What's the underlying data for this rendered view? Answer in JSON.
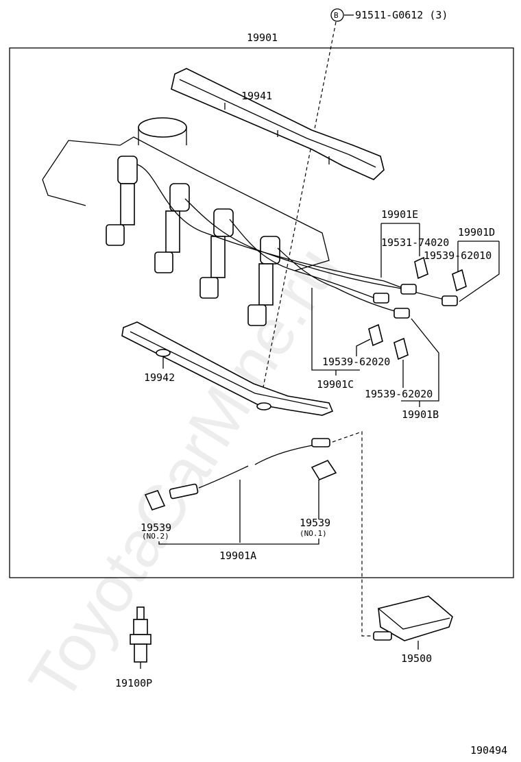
{
  "labels": {
    "bolt": "91511-G0612 (3)",
    "bolt_marker": "B",
    "kit": "19901",
    "cover_top": "19941",
    "clamp": "19942",
    "set_e": "19901E",
    "set_d": "19901D",
    "grommet_e": "19531-74020",
    "grommet_d": "19539-62010",
    "grommet_c": "19539-62020",
    "set_c": "19901C",
    "grommet_b": "19539-62020",
    "set_b": "19901B",
    "cap_no2": "19539",
    "cap_no2_sub": "(NO.2)",
    "cap_no1": "19539",
    "cap_no1_sub": "(NO.1)",
    "set_a": "19901A",
    "coil": "19500",
    "spark_plug": "19100P",
    "diagram_no": "190494"
  },
  "watermark": "ToyotaCarMine.ru"
}
